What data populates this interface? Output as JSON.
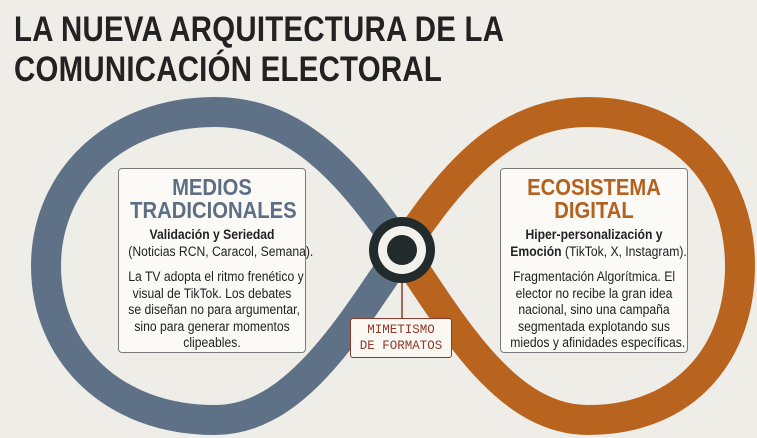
{
  "title": {
    "line1": "LA NUEVA ARQUITECTURA DE LA",
    "line2": "COMUNICACIÓN ELECTORAL"
  },
  "left": {
    "heading1": "MEDIOS",
    "heading2": "TRADICIONALES",
    "sub_bold": "Validación y Seriedad",
    "sub_rest": "(Noticias RCN, Caracol, Semana).",
    "body": [
      "La TV adopta el ritmo frenético y",
      "visual de TikTok. Los debates",
      "se diseñan no para argumentar,",
      "sino para generar momentos",
      "clipeables."
    ]
  },
  "right": {
    "heading1": "ECOSISTEMA",
    "heading2": "DIGITAL",
    "sub_bold1": "Hiper-personalización y",
    "sub_bold2": "Emoción",
    "sub_rest": " (TikTok, X, Instagram).",
    "body": [
      "Fragmentación Algorítmica. El",
      "elector no recibe la gran idea",
      "nacional, sino una campaña",
      "segmentada explotando sus",
      "miedos y afinidades específicas."
    ]
  },
  "center_label": {
    "line1": "MIMETISMO",
    "line2": "DE FORMATOS"
  },
  "colors": {
    "traditional": "#5f7186",
    "digital": "#b8641f",
    "label": "#8c3a2a"
  }
}
